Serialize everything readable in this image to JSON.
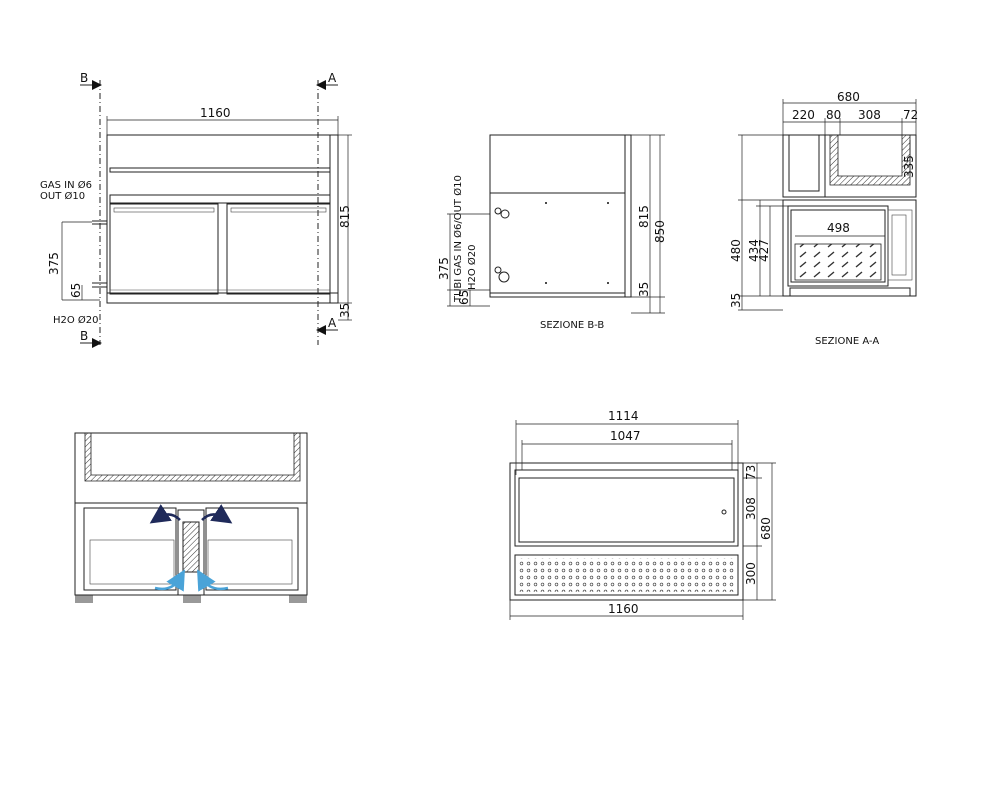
{
  "front_view": {
    "width": "1160",
    "height": "815",
    "base": "35",
    "pipe_height": "375",
    "h2o_height": "65",
    "gas_label_1": "GAS IN Ø6",
    "gas_label_2": "OUT Ø10",
    "h2o_label": "H2O Ø20",
    "section_b": "B",
    "section_a": "A"
  },
  "section_bb": {
    "title": "SEZIONE B-B",
    "height_inner": "815",
    "height_total": "850",
    "base": "35",
    "pipe_height": "375",
    "h2o_height": "65",
    "pipes_label": "TUBI GAS IN Ø6/OUT Ø10",
    "h2o_label": "H2O Ø20"
  },
  "section_aa": {
    "title": "SEZIONE A-A",
    "depth_total": "680",
    "d1": "220",
    "d2": "80",
    "d3": "308",
    "d4": "72",
    "inner_width": "498",
    "h480": "480",
    "h434": "434",
    "h427": "427",
    "h335": "335",
    "base": "35"
  },
  "top_view": {
    "w1114": "1114",
    "w1047": "1047",
    "w1160": "1160",
    "d73": "73",
    "d308": "308",
    "d300": "300",
    "d680": "680"
  }
}
